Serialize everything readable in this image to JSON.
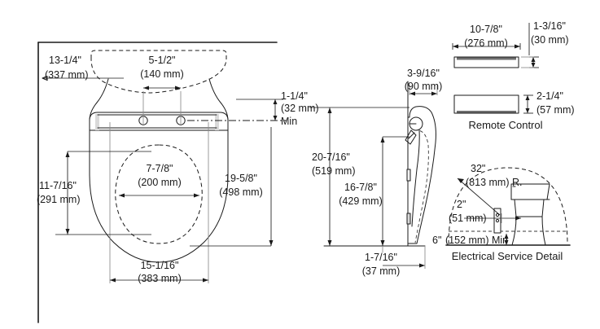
{
  "drawing": {
    "title": "Toilet seat / bidet seat installation dimension drawing",
    "background_color": "#ffffff",
    "line_color": "#1a1a1a",
    "views": [
      {
        "id": "top-view",
        "label": ""
      },
      {
        "id": "side-view",
        "label": ""
      },
      {
        "id": "remote-control-view",
        "label": "Remote Control"
      },
      {
        "id": "electrical-service-view",
        "label": "Electrical Service Detail"
      }
    ]
  },
  "top_view": {
    "dim_wall_to_seat": {
      "imperial": "13-1/4\"",
      "metric": "(337 mm)"
    },
    "dim_bolt_spacing": {
      "imperial": "5-1/2\"",
      "metric": "(140 mm)"
    },
    "dim_bowl_width": {
      "imperial": "7-7/8\"",
      "metric": "(200 mm)"
    },
    "dim_bowl_length": {
      "imperial": "11-7/16\"",
      "metric": "(291 mm)"
    },
    "dim_overall_width": {
      "imperial": "15-1/16\"",
      "metric": "(383 mm)"
    },
    "dim_overall_length": {
      "imperial": "19-5/8\"",
      "metric": "(498 mm)"
    },
    "dim_min_clearance": {
      "imperial": "1-1/4\"",
      "metric": "(32 mm)",
      "note": "Min"
    }
  },
  "side_view": {
    "dim_depth": {
      "imperial": "3-9/16\"",
      "metric": "(90 mm)"
    },
    "dim_total_height": {
      "imperial": "20-7/16\"",
      "metric": "(519 mm)"
    },
    "dim_seat_height": {
      "imperial": "16-7/8\"",
      "metric": "(429 mm)"
    },
    "dim_base_offset": {
      "imperial": "1-7/16\"",
      "metric": "(37 mm)"
    }
  },
  "remote_control": {
    "caption": "Remote Control",
    "dim_width": {
      "imperial": "10-7/8\"",
      "metric": "(276 mm)"
    },
    "dim_thickness_plate": {
      "imperial": "1-3/16\"",
      "metric": "(30 mm)"
    },
    "dim_thickness_body": {
      "imperial": "2-1/4\"",
      "metric": "(57 mm)"
    }
  },
  "electrical_service": {
    "caption": "Electrical Service Detail",
    "dim_radius": {
      "imperial": "32\"",
      "metric": "(813 mm) R."
    },
    "dim_offset": {
      "imperial": "2\"",
      "metric": "(51 mm)"
    },
    "dim_min_height": {
      "imperial": "6\"",
      "metric": "(152 mm) Min"
    }
  }
}
